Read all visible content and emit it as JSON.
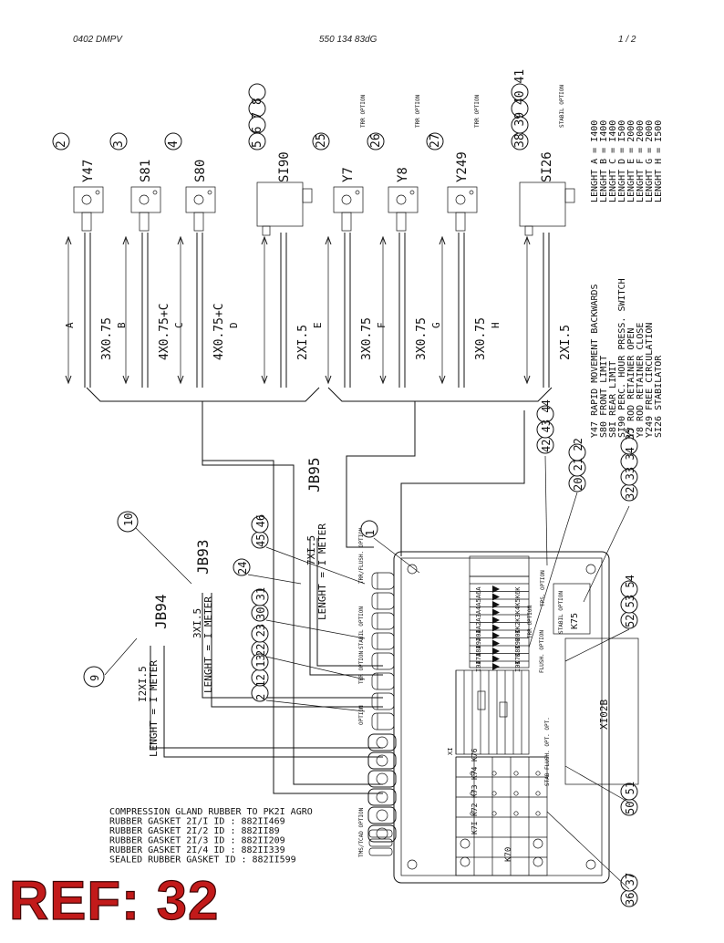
{
  "header": {
    "left": "0402 DMPV",
    "center": "550 134 83dG",
    "right": "1 /  2"
  },
  "components": [
    {
      "ref_num": "2",
      "code": "Y47",
      "cable": "3X0.75",
      "length_letter": "B",
      "option": ""
    },
    {
      "ref_num": "3",
      "code": "S81",
      "cable": "4X0.75+C",
      "length_letter": "C",
      "option": ""
    },
    {
      "ref_num": "4",
      "code": "S80",
      "cable": "4X0.75+C",
      "length_letter": "D",
      "option": ""
    },
    {
      "ref_num": "5 6 7 8",
      "code": "SI90",
      "cable": "2XI.5",
      "length_letter": "E",
      "option": ""
    },
    {
      "ref_num": "25",
      "code": "Y7",
      "cable": "3X0.75",
      "length_letter": "F",
      "option": "TRR OPTION"
    },
    {
      "ref_num": "26",
      "code": "Y8",
      "cable": "3X0.75",
      "length_letter": "G",
      "option": "TRR OPTION"
    },
    {
      "ref_num": "27",
      "code": "Y249",
      "cable": "3X0.75",
      "length_letter": "H",
      "option": "TRR OPTION"
    },
    {
      "ref_num": "38 39 40 41",
      "code": "SI26",
      "cable": "2XI.5",
      "length_letter": "",
      "option": "STABIL OPTION"
    }
  ],
  "first_length_letter": "A",
  "lengths": [
    "LENGHT A = I400",
    "LENGHT B = I400",
    "LENGHT C = I400",
    "LENGHT D = I500",
    "LENGHT E = 2000",
    "LENGHT F = 2000",
    "LENGHT G = 2000",
    "LENGHT H = I500"
  ],
  "legend": [
    "Y47   RAPID MOVEMENT BACKWARDS",
    "S80   FRONT LIMIT",
    "S8I   REAR LIMIT",
    "SI90  PERC. HOUR PRESS. SWITCH",
    "Y7    ROD RETAINER OPEN",
    "Y8    ROD RETAINER CLOSE",
    "Y249  FREE CIRCULATION",
    "SI26  STABILATOR"
  ],
  "junction_boxes": [
    {
      "name": "JB94",
      "ref": "9",
      "cable": "I2XI.5",
      "length": "LENGHT = I METER"
    },
    {
      "name": "JB93",
      "ref": "10",
      "cable": "3XI.5",
      "length": "LENGHT = I METER"
    },
    {
      "name": "JB95",
      "ref": "",
      "cable": "7XI.5",
      "length": "LENGHT = I METER"
    }
  ],
  "callouts": {
    "c1": "1",
    "c24": "24",
    "c4546": "45 46",
    "c3031": "30 31",
    "c2223": "22 23",
    "c21213": "2 12 13",
    "c424344": "42 43 44",
    "c202122": "20 21 22",
    "c32333435": "32 33 34 35",
    "c52535354": "52 53 54",
    "c5051": "50 51",
    "c3637": "36 37"
  },
  "gland_labels": {
    "trr_flush": "TRR/FLUSH. OPTION",
    "stabil": "STABIL OPTION",
    "trr": "TRR OPTION",
    "option": "OPTION",
    "tms": "TMS/TCAD OPTION"
  },
  "box": {
    "x102b": "XI02B",
    "k75": "K75",
    "stabil_option": "STABIL OPTION",
    "tps_option": "TPS. OPTION",
    "trr_option": "TRR OPTION",
    "flush_option": "FLUSH. OPTION",
    "stab_flush": "STAB FLUSH. OPT. OPT.",
    "xi": "XI",
    "k70": "K70",
    "relays": [
      "K7I",
      "K72",
      "K73",
      "K74",
      "K76"
    ],
    "fuses": [
      "6A",
      "5A",
      "4A",
      "3A",
      "2A",
      "IA",
      "20A",
      "I9A",
      "I8A",
      "I7A",
      "I0A"
    ],
    "fuse_k": [
      "6K",
      "5K",
      "4K",
      "3K",
      "2K",
      "IK",
      "20K",
      "I9K",
      "I8K",
      "I7K",
      "I0K"
    ]
  },
  "gasket_notes": [
    "COMPRESSION GLAND RUBBER TO PK2I AGRO",
    "RUBBER GASKET 2I/I ID : 882II469",
    "RUBBER GASKET 2I/2 ID : 882II89",
    "RUBBER GASKET 2I/3 ID : 882II209",
    "RUBBER GASKET 2I/4 ID : 882II339",
    "SEALED RUBBER GASKET ID : 882II599"
  ],
  "ref_label": "REF: 32"
}
